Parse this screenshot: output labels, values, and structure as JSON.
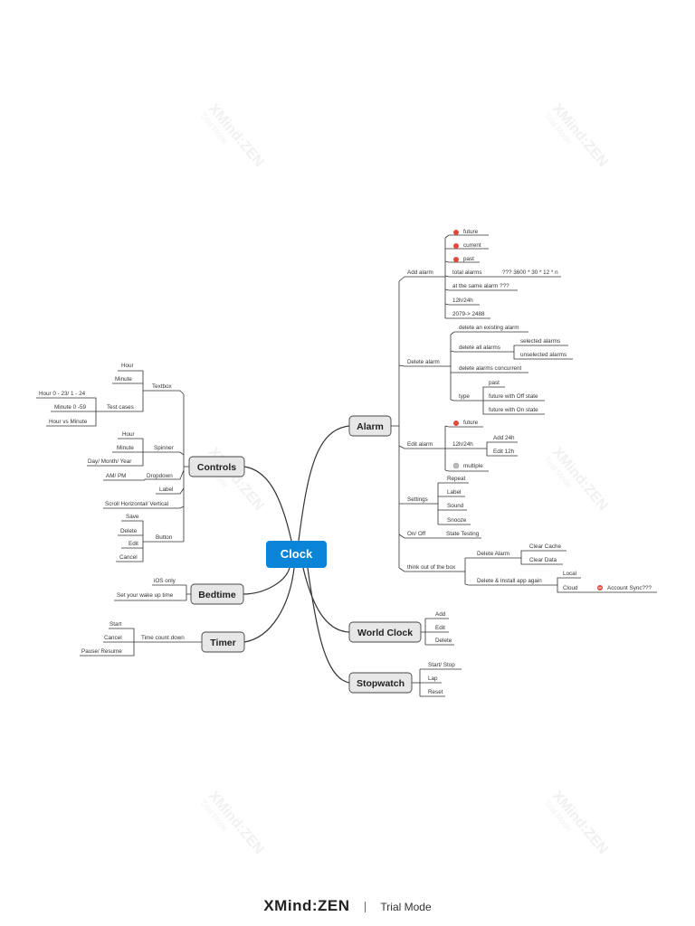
{
  "central": {
    "label": "Clock"
  },
  "topics": {
    "alarm": "Alarm",
    "controls": "Controls",
    "bedtime": "Bedtime",
    "timer": "Timer",
    "world_clock": "World Clock",
    "stopwatch": "Stopwatch"
  },
  "alarm": {
    "add_alarm": {
      "label": "Add alarm",
      "future": "future",
      "current": "current",
      "past": "past",
      "total_alarms": "total alarms",
      "total_formula": "??? 3600 * 30 * 12 * n",
      "same_alarm": "at the same alarm ???",
      "format": "12h/24h",
      "year_range": "2079-> 2488"
    },
    "delete_alarm": {
      "label": "Delete alarm",
      "delete_existing": "delete an existing alarm",
      "delete_all": "delete all alarms",
      "selected": "selected alarms",
      "unselected": "unselected alarms",
      "concurrent": "delete alarms concurrent",
      "type": "type",
      "past": "past",
      "future_off": "future with Off state",
      "future_on": "future with On state"
    },
    "edit_alarm": {
      "label": "Edit alarm",
      "future": "future",
      "format": "12h/24h",
      "add_24h": "Add 24h",
      "edit_12h": "Edit 12h",
      "multiple": "multiple"
    },
    "settings": {
      "label": "Settings",
      "repeat": "Repeat",
      "label_item": "Label",
      "sound": "Sound",
      "snooze": "Snooze"
    },
    "on_off": {
      "label": "On/ Off",
      "state_testing": "State Testing"
    },
    "out_of_box": {
      "label": "think out of the box",
      "delete_alarm": "Delete Alarm",
      "clear_cache": "Clear Cache",
      "clear_data": "Clear Data",
      "reinstall": "Delete & Install app again",
      "local": "Local",
      "cloud": "Cloud",
      "account_sync": "Account Sync???"
    }
  },
  "controls": {
    "textbox": {
      "label": "Textbox",
      "hour": "Hour",
      "minute": "Minute",
      "test_cases": "Test cases",
      "tc_hour": "Hour 0 - 23/ 1 - 24",
      "tc_minute": "Minute 0 -59",
      "tc_hour_vs_minute": "Hour vs Minute"
    },
    "spinner": {
      "label": "Spinner",
      "hour": "Hour",
      "minute": "Minute",
      "day_month_year": "Day/ Month/ Year"
    },
    "dropdown": {
      "label": "Dropdown",
      "am_pm": "AM/ PM"
    },
    "label": "Label",
    "scroll": "Scroll Horizontal/ Vertical",
    "button": {
      "label": "Button",
      "save": "Save",
      "delete": "Delete",
      "edit": "Edit",
      "cancel": "Cancel"
    }
  },
  "bedtime": {
    "ios_only": "iOS only",
    "wake_up": "Set your wake up time"
  },
  "timer": {
    "count_down": "Time count down",
    "start": "Start",
    "cancel": "Cancel",
    "pause_resume": "Pause/ Resume"
  },
  "world_clock": {
    "add": "Add",
    "edit": "Edit",
    "delete": "Delete"
  },
  "stopwatch": {
    "start_stop": "Start/ Stop",
    "lap": "Lap",
    "reset": "Reset"
  },
  "watermark": {
    "brand": "XMind:ZEN",
    "mode": "Trial Mode"
  },
  "footer": {
    "brand": "XMind:ZEN",
    "mode": "Trial Mode"
  },
  "colors": {
    "central": "#0a84d6",
    "topic_fill": "#e7e7e7",
    "flag": "#e04a3f"
  }
}
